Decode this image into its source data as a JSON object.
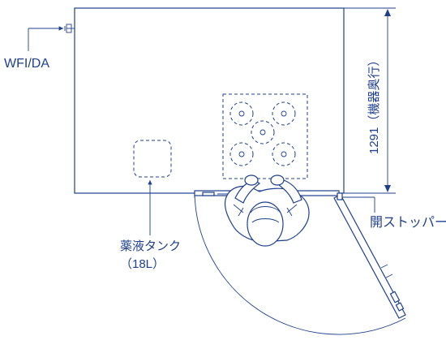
{
  "labels": {
    "wfi_da": "WFI/DA",
    "tank_line1": "薬液タンク",
    "tank_line2": "（18L）",
    "depth_dim": "1291（機器奥行）",
    "open_stopper": "開ストッパー"
  },
  "colors": {
    "line": "#1f3f8f",
    "background": "#ffffff"
  }
}
